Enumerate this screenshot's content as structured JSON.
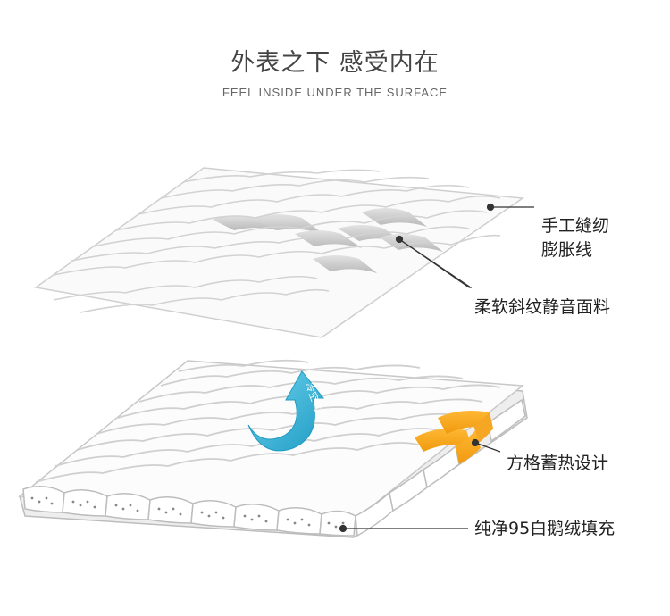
{
  "header": {
    "title": "外表之下  感受内在",
    "subtitle": "FEEL INSIDE UNDER THE SURFACE"
  },
  "callouts": {
    "stitch_line_1": "手工缝纫",
    "stitch_line_2": "膨胀线",
    "fabric": "柔软斜纹静音面料",
    "grid_design": "方格蓄热设计",
    "down_fill": "纯净95白鹅绒填充"
  },
  "arrow": {
    "label": "冷空气"
  },
  "colors": {
    "accent_orange": "#F5A623",
    "arrow_blue": "#2FB4D8",
    "line_gray": "#333333",
    "shadow_gray": "#BDBDBD"
  }
}
